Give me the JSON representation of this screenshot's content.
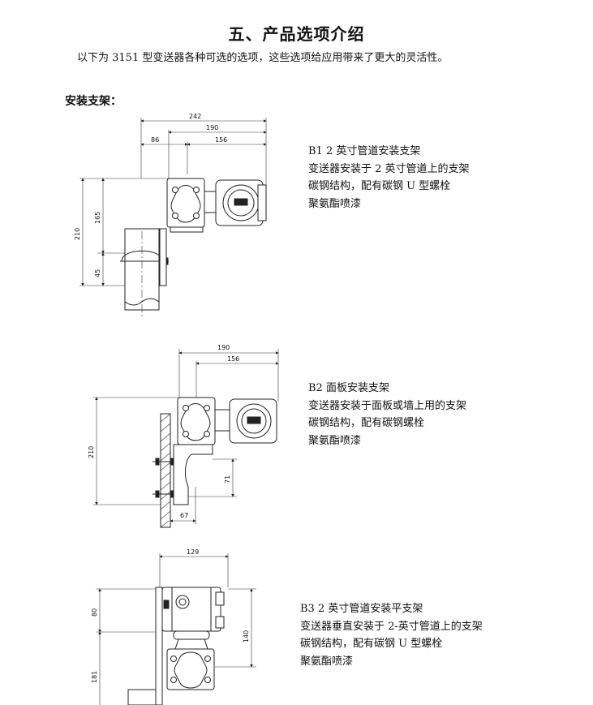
{
  "page": {
    "title": "五、产品选项介绍",
    "intro": "以下为 3151 型变送器各种可选的选项，这些选项给应用带来了更大的灵活性。",
    "section_label": "安装支架："
  },
  "options": [
    {
      "lines": [
        "B1   2 英寸管道安装支架",
        "变送器安装于 2 英寸管道上的支架",
        "碳钢结构，配有碳钢 U 型螺栓",
        "聚氨酯喷漆"
      ]
    },
    {
      "lines": [
        "B2   面板安装支架",
        "变送器安装于面板或墙上用的支架",
        "碳钢结构，配有碳钢螺栓",
        "聚氨酯喷漆"
      ]
    },
    {
      "lines": [
        "B3   2 英寸管道安装平支架",
        "变送器垂直安装于 2-英寸管道上的支架",
        "碳钢结构，配有碳钢 U 型螺栓",
        "聚氨酯喷漆"
      ]
    }
  ],
  "dims": {
    "b1": {
      "d242": "242",
      "d190": "190",
      "d86": "86",
      "d156": "156",
      "d210": "210",
      "d165": "165",
      "d45": "45"
    },
    "b2": {
      "d190": "190",
      "d156": "156",
      "d210": "210",
      "d71": "71",
      "d67": "67"
    },
    "b3": {
      "d129": "129",
      "d80": "80",
      "d140": "140",
      "d181": "181"
    }
  }
}
